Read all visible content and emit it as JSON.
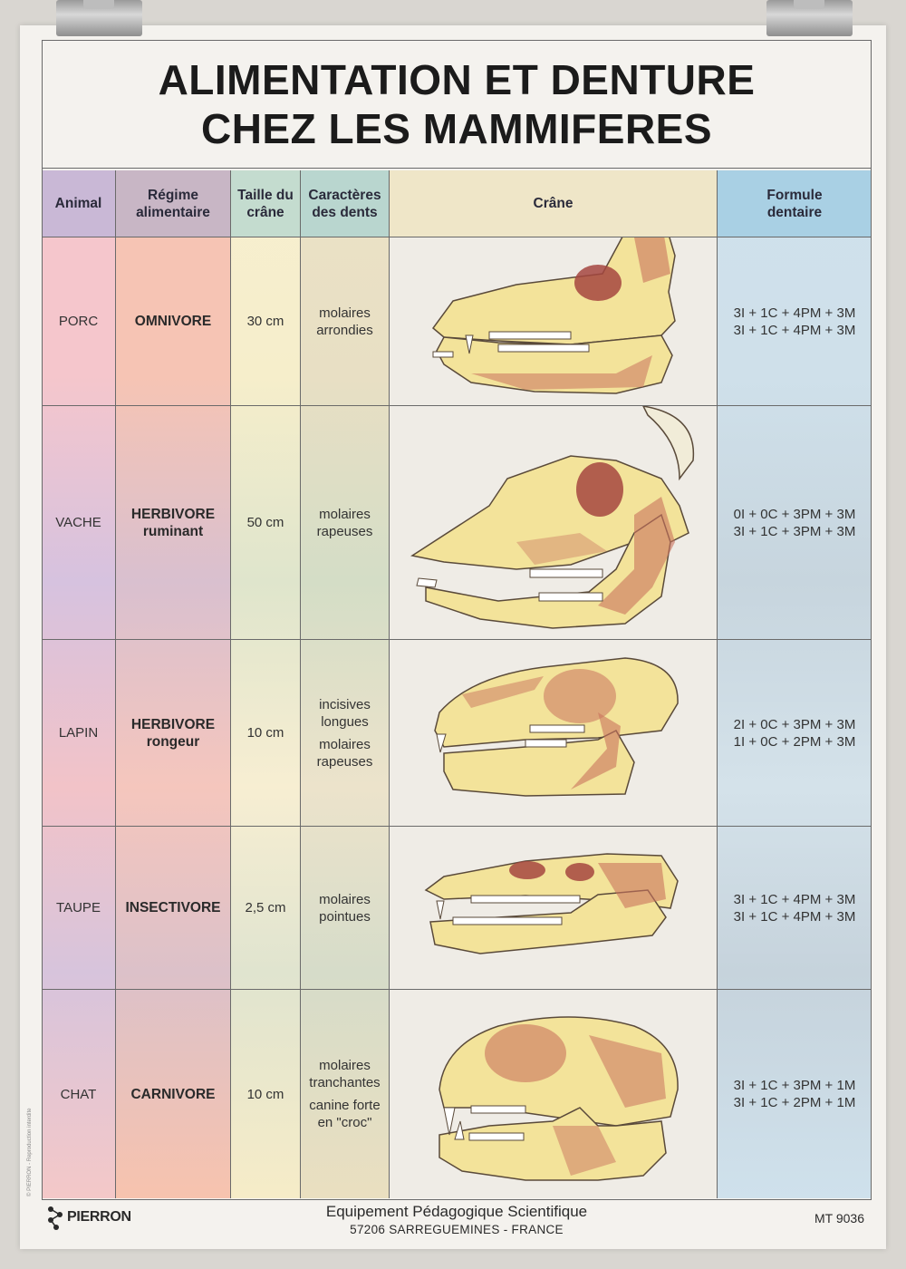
{
  "title": {
    "line1": "ALIMENTATION ET DENTURE",
    "line2": "CHEZ LES MAMMIFERES"
  },
  "headers": {
    "animal": "Animal",
    "regime_1": "Régime",
    "regime_2": "alimentaire",
    "taille_1": "Taille du",
    "taille_2": "crâne",
    "caract_1": "Caractères",
    "caract_2": "des dents",
    "crane": "Crâne",
    "formule_1": "Formule",
    "formule_2": "dentaire"
  },
  "rows": [
    {
      "animal": "PORC",
      "regime_1": "OMNIVORE",
      "regime_2": "",
      "taille": "30 cm",
      "dents_1": "molaires",
      "dents_2": "arrondies",
      "dents_3": "",
      "dents_4": "",
      "formula_upper": "3I  + 1C + 4PM + 3M",
      "formula_lower": "3I  + 1C + 4PM + 3M"
    },
    {
      "animal": "VACHE",
      "regime_1": "HERBIVORE",
      "regime_2": "ruminant",
      "taille": "50 cm",
      "dents_1": "molaires",
      "dents_2": "rapeuses",
      "dents_3": "",
      "dents_4": "",
      "formula_upper": "0I  + 0C + 3PM + 3M",
      "formula_lower": "3I  + 1C + 3PM + 3M"
    },
    {
      "animal": "LAPIN",
      "regime_1": "HERBIVORE",
      "regime_2": "rongeur",
      "taille": "10 cm",
      "dents_1": "incisives",
      "dents_2": "longues",
      "dents_3": "molaires",
      "dents_4": "rapeuses",
      "formula_upper": "2I  + 0C + 3PM + 3M",
      "formula_lower": "1I  + 0C + 2PM + 3M"
    },
    {
      "animal": "TAUPE",
      "regime_1": "INSECTIVORE",
      "regime_2": "",
      "taille": "2,5 cm",
      "dents_1": "molaires",
      "dents_2": "pointues",
      "dents_3": "",
      "dents_4": "",
      "formula_upper": "3I  + 1C + 4PM + 3M",
      "formula_lower": "3I  + 1C + 4PM + 3M"
    },
    {
      "animal": "CHAT",
      "regime_1": "CARNIVORE",
      "regime_2": "",
      "taille": "10 cm",
      "dents_1": "molaires",
      "dents_2": "tranchantes",
      "dents_3": "canine forte",
      "dents_4": "en \"croc\"",
      "formula_upper": "3I  + 1C + 3PM + 1M",
      "formula_lower": "3I  + 1C + 2PM + 1M"
    }
  ],
  "footer": {
    "line1": "Equipement Pédagogique Scientifique",
    "line2": "57206 SARREGUEMINES - FRANCE",
    "ref": "MT 9036",
    "logo": "PIERRON",
    "side_note": "© PIERRON - Reproduction interdite"
  },
  "colors": {
    "skull_fill": "#f3e39a",
    "skull_shade": "#c9735e",
    "skull_dark": "#a5463f",
    "outline": "#5a4a3a"
  }
}
